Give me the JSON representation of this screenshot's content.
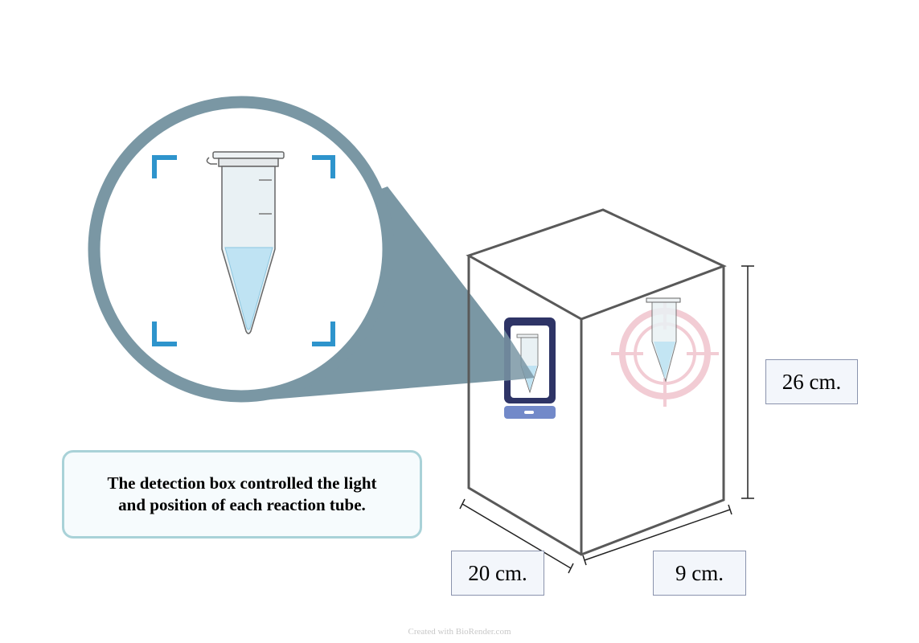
{
  "caption": {
    "line1": "The detection box controlled the light",
    "line2": "and position of each reaction tube."
  },
  "dimensions": {
    "height": "26 cm.",
    "length": "20 cm.",
    "width": "9 cm."
  },
  "credit": "Created with BioRender.com",
  "colors": {
    "magnifier": "#7a97a4",
    "corner_brackets": "#2e94cc",
    "phone": "#2e3466",
    "phone_base": "#7289c9",
    "target": "#f2ccd4",
    "liquid": "#bfe3f3"
  }
}
